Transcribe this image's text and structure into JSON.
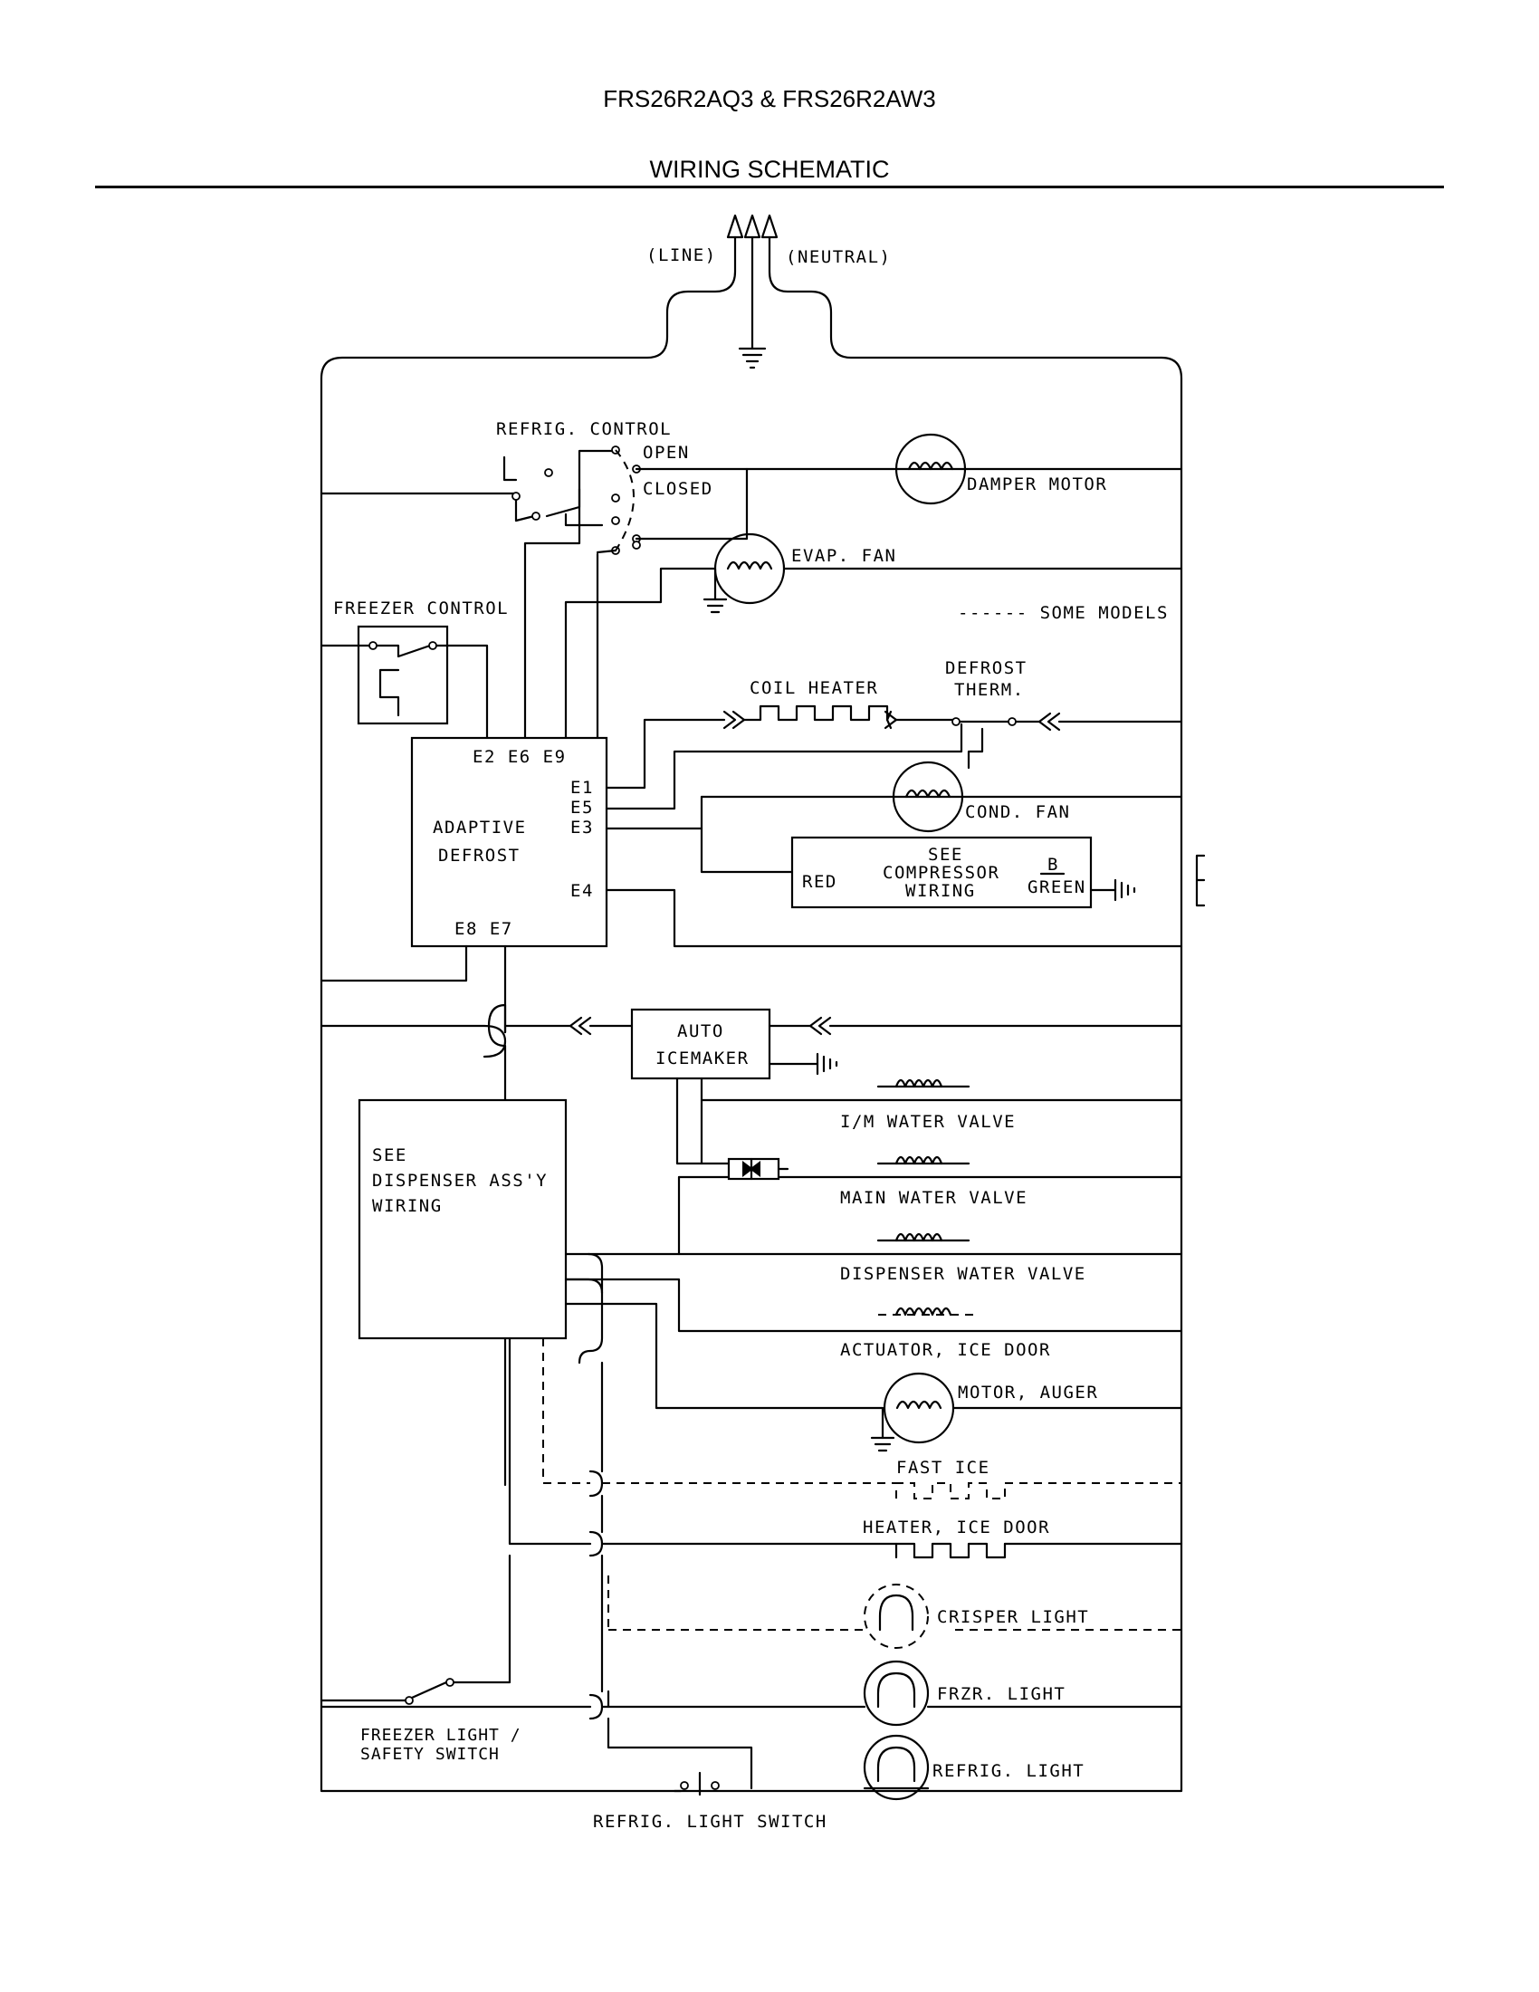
{
  "header": {
    "model_title": "FRS26R2AQ3 & FRS26R2AW3",
    "document_title": "WIRING SCHEMATIC"
  },
  "diagram": {
    "supply": {
      "line": "(LINE)",
      "neutral": "(NEUTRAL)"
    },
    "refrig_control": {
      "title": "REFRIG. CONTROL",
      "open": "OPEN",
      "closed": "CLOSED"
    },
    "damper_motor": "DAMPER MOTOR",
    "evap_fan": "EVAP. FAN",
    "freezer_control": "FREEZER CONTROL",
    "some_models": "------ SOME MODELS",
    "coil_heater": "COIL HEATER",
    "defrost_therm": {
      "line1": "DEFROST",
      "line2": "THERM."
    },
    "adaptive_defrost": {
      "line1": "ADAPTIVE",
      "line2": "DEFROST",
      "top_terminals": "E2 E6 E9",
      "e1": "E1",
      "e5": "E5",
      "e3": "E3",
      "e4": "E4",
      "bottom_terminals": "E8 E7"
    },
    "cond_fan": "COND. FAN",
    "compressor": {
      "line1": "SEE",
      "line2": "COMPRESSOR",
      "line3": "WIRING",
      "red": "RED",
      "b": "B",
      "green": "GREEN"
    },
    "auto_icemaker": {
      "line1": "AUTO",
      "line2": "ICEMAKER"
    },
    "dispenser": {
      "line1": "SEE",
      "line2": "DISPENSER ASS'Y",
      "line3": "WIRING"
    },
    "im_water_valve": "I/M WATER VALVE",
    "main_water_valve": "MAIN WATER VALVE",
    "dispenser_water_valve": "DISPENSER WATER VALVE",
    "actuator_ice_door": "ACTUATOR, ICE DOOR",
    "motor_auger": "MOTOR, AUGER",
    "fast_ice": "FAST ICE",
    "heater_ice_door": "HEATER, ICE DOOR",
    "crisper_light": "CRISPER LIGHT",
    "frzr_light": "FRZR. LIGHT",
    "refrig_light": "REFRIG. LIGHT",
    "freezer_light_switch": {
      "line1": "FREEZER LIGHT /",
      "line2": "SAFETY SWITCH"
    },
    "refrig_light_switch": "REFRIG. LIGHT SWITCH"
  }
}
